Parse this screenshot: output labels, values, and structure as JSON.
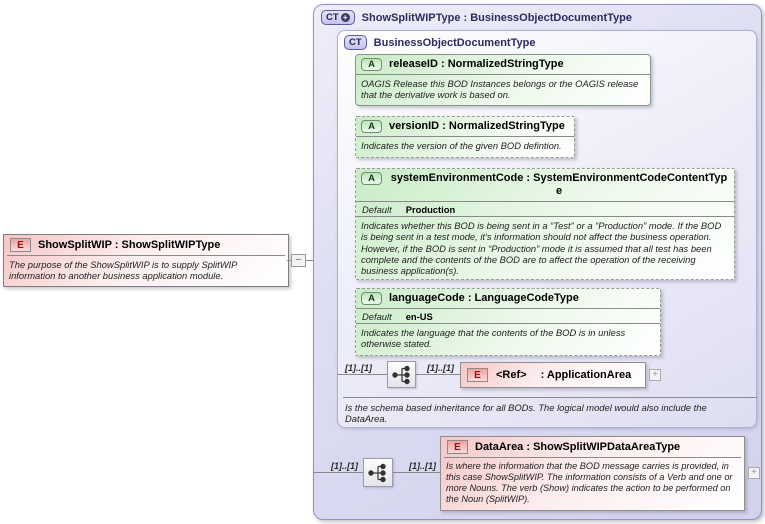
{
  "left_element": {
    "badge": "E",
    "title": "ShowSplitWIP : ShowSplitWIPType",
    "annotation": "The purpose of the ShowSplitWIP is to supply SplitWIP information to another business application module."
  },
  "collapse_handle": "−",
  "outer_type": {
    "badge": "CT",
    "badge_plus": "+",
    "title": "ShowSplitWIPType : BusinessObjectDocumentType"
  },
  "inner_type": {
    "badge": "CT",
    "title": "BusinessObjectDocumentType",
    "annotation": "Is the schema based inheritance for all BODs. The logical model would also include the DataArea."
  },
  "attributes": [
    {
      "badge": "A",
      "title": "releaseID : NormalizedStringType",
      "annotation": "OAGIS Release this BOD Instances belongs or the OAGIS release that the derivative work is based on."
    },
    {
      "badge": "A",
      "title": "versionID : NormalizedStringType",
      "annotation": "Indicates the version of the given BOD defintion."
    },
    {
      "badge": "A",
      "title": "systemEnvironmentCode : SystemEnvironmentCodeContentType",
      "default_label": "Default",
      "default_value": "Production",
      "annotation": "Indicates whether this BOD is being sent in a “Test” or a “Production” mode. If the BOD is being sent in a test mode, it's information should not affect the business operation. However, if the BOD is sent in “Production” mode it is assumed that all test has been complete and the contents of the BOD are to affect the operation of the receiving business application(s)."
    },
    {
      "badge": "A",
      "title": "languageCode : LanguageCodeType",
      "default_label": "Default",
      "default_value": "en-US",
      "annotation": "Indicates the language that the contents of the BOD is in unless otherwise stated."
    }
  ],
  "sequence1": {
    "occurs_left": "[1]..[1]",
    "occurs_right": "[1]..[1]"
  },
  "ref_element": {
    "badge": "E",
    "name": "<Ref>",
    "type": ": ApplicationArea",
    "expand": "+"
  },
  "sequence2": {
    "occurs_left": "[1]..[1]",
    "occurs_right": "[1]..[1]"
  },
  "data_area": {
    "badge": "E",
    "title": "DataArea : ShowSplitWIPDataAreaType",
    "expand": "+",
    "annotation": "Is where the information that the BOD message carries is provided, in this case ShowSplitWIP. The information consists of a Verb and one or more Nouns. The verb (Show) indicates the action to be performed on the Noun (SplitWIP)."
  }
}
